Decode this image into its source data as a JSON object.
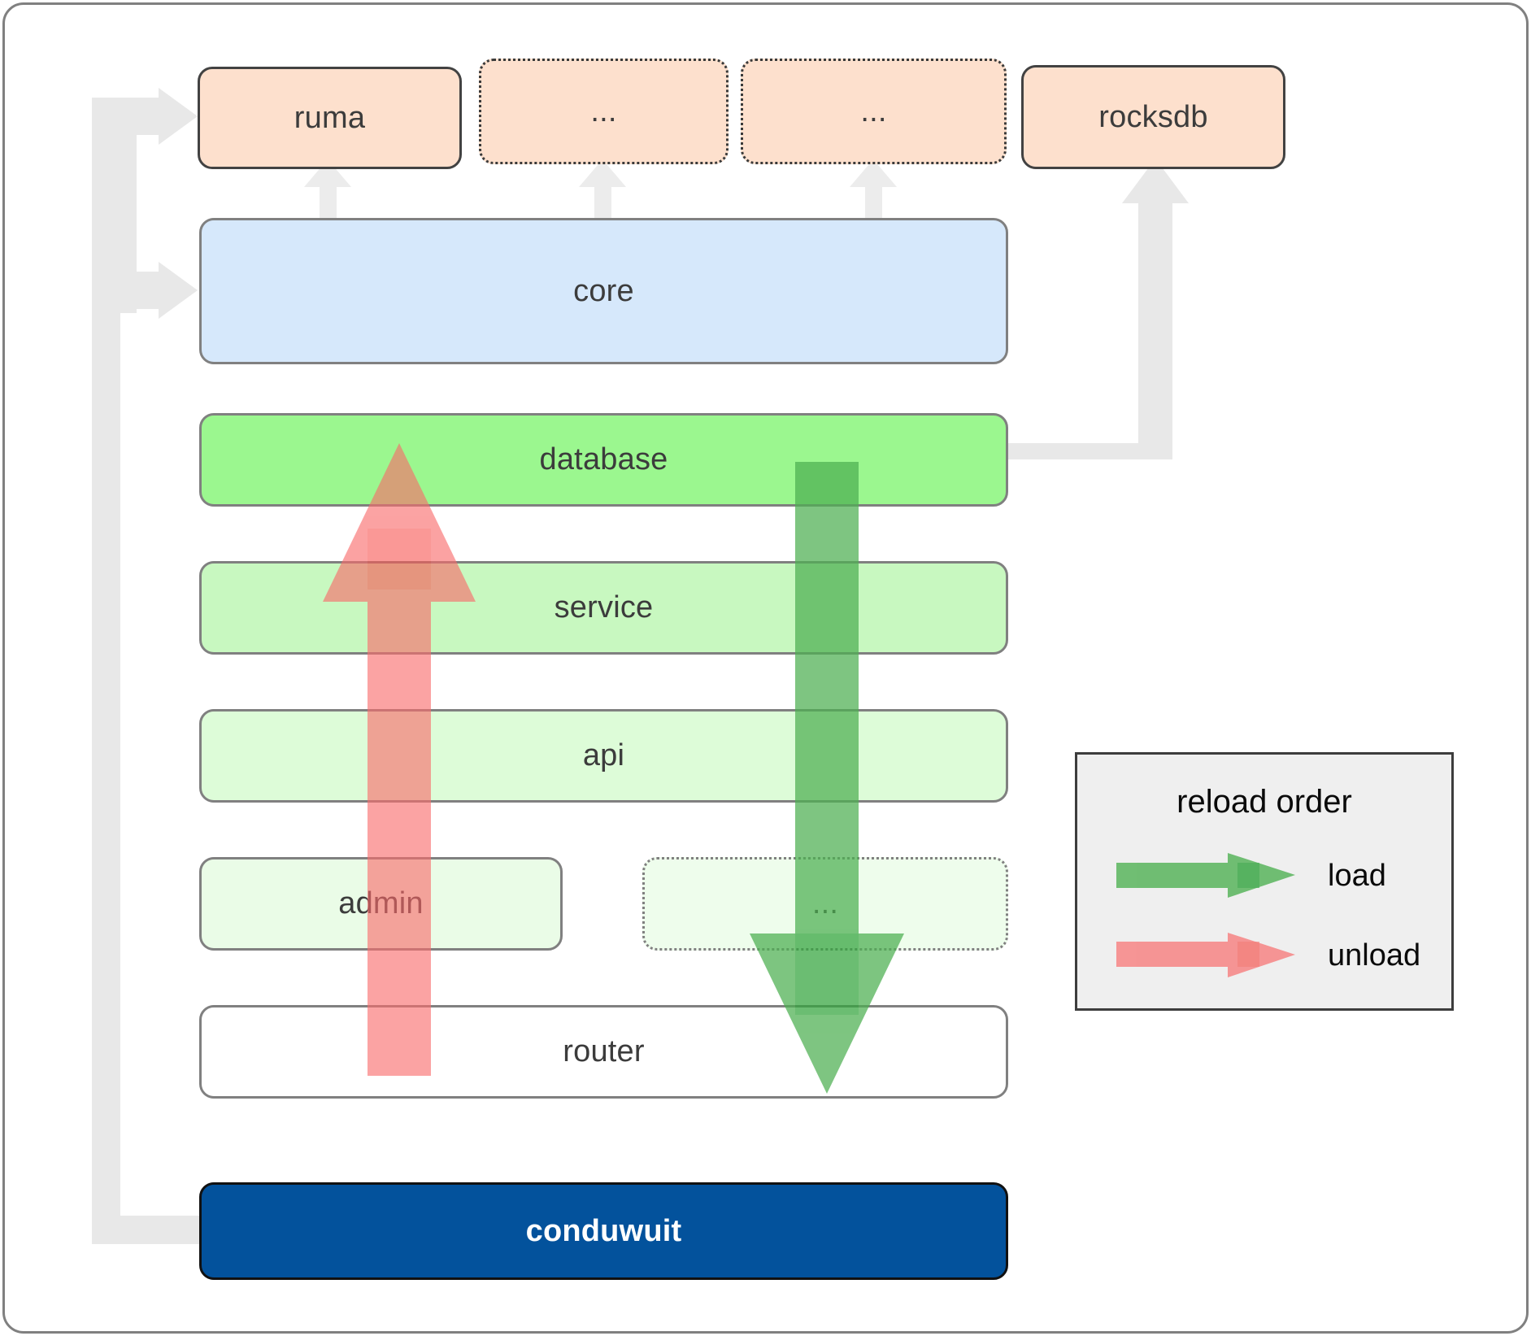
{
  "diagram": {
    "title": "conduwuit crate dependency / reload order diagram",
    "dependencies": [
      {
        "id": "ruma",
        "label": "ruma",
        "style": "solid"
      },
      {
        "id": "dots1",
        "label": "...",
        "style": "dotted"
      },
      {
        "id": "dots2",
        "label": "...",
        "style": "dotted"
      },
      {
        "id": "rocksdb",
        "label": "rocksdb",
        "style": "solid"
      }
    ],
    "core": {
      "id": "core",
      "label": "core"
    },
    "layers": [
      {
        "id": "database",
        "label": "database",
        "style": "solid",
        "fill": "#9bf78f"
      },
      {
        "id": "service",
        "label": "service",
        "style": "solid",
        "fill": "#c8f8c0"
      },
      {
        "id": "api",
        "label": "api",
        "style": "solid",
        "fill": "#ddfcd8"
      },
      {
        "id": "admin",
        "label": "admin",
        "style": "solid",
        "fill": "#eafce7"
      },
      {
        "id": "dots3",
        "label": "...",
        "style": "dotted",
        "fill": "#eefdec"
      },
      {
        "id": "router",
        "label": "router",
        "style": "solid",
        "fill": "#ffffff"
      }
    ],
    "root": {
      "id": "conduwuit",
      "label": "conduwuit"
    },
    "legend": {
      "title": "reload order",
      "items": [
        {
          "id": "load",
          "label": "load",
          "color": "#4caf50"
        },
        {
          "id": "unload",
          "label": "unload",
          "color": "#fa8080"
        }
      ]
    },
    "colors": {
      "dependency_fill": "#fde0cd",
      "core_fill": "#d6e8fb",
      "root_fill": "#03529c",
      "connector": "#e8e8e8",
      "load_arrow": "#4caf50",
      "unload_arrow": "#f96a6a",
      "frame_border": "#808080",
      "legend_bg": "#efefef"
    }
  }
}
